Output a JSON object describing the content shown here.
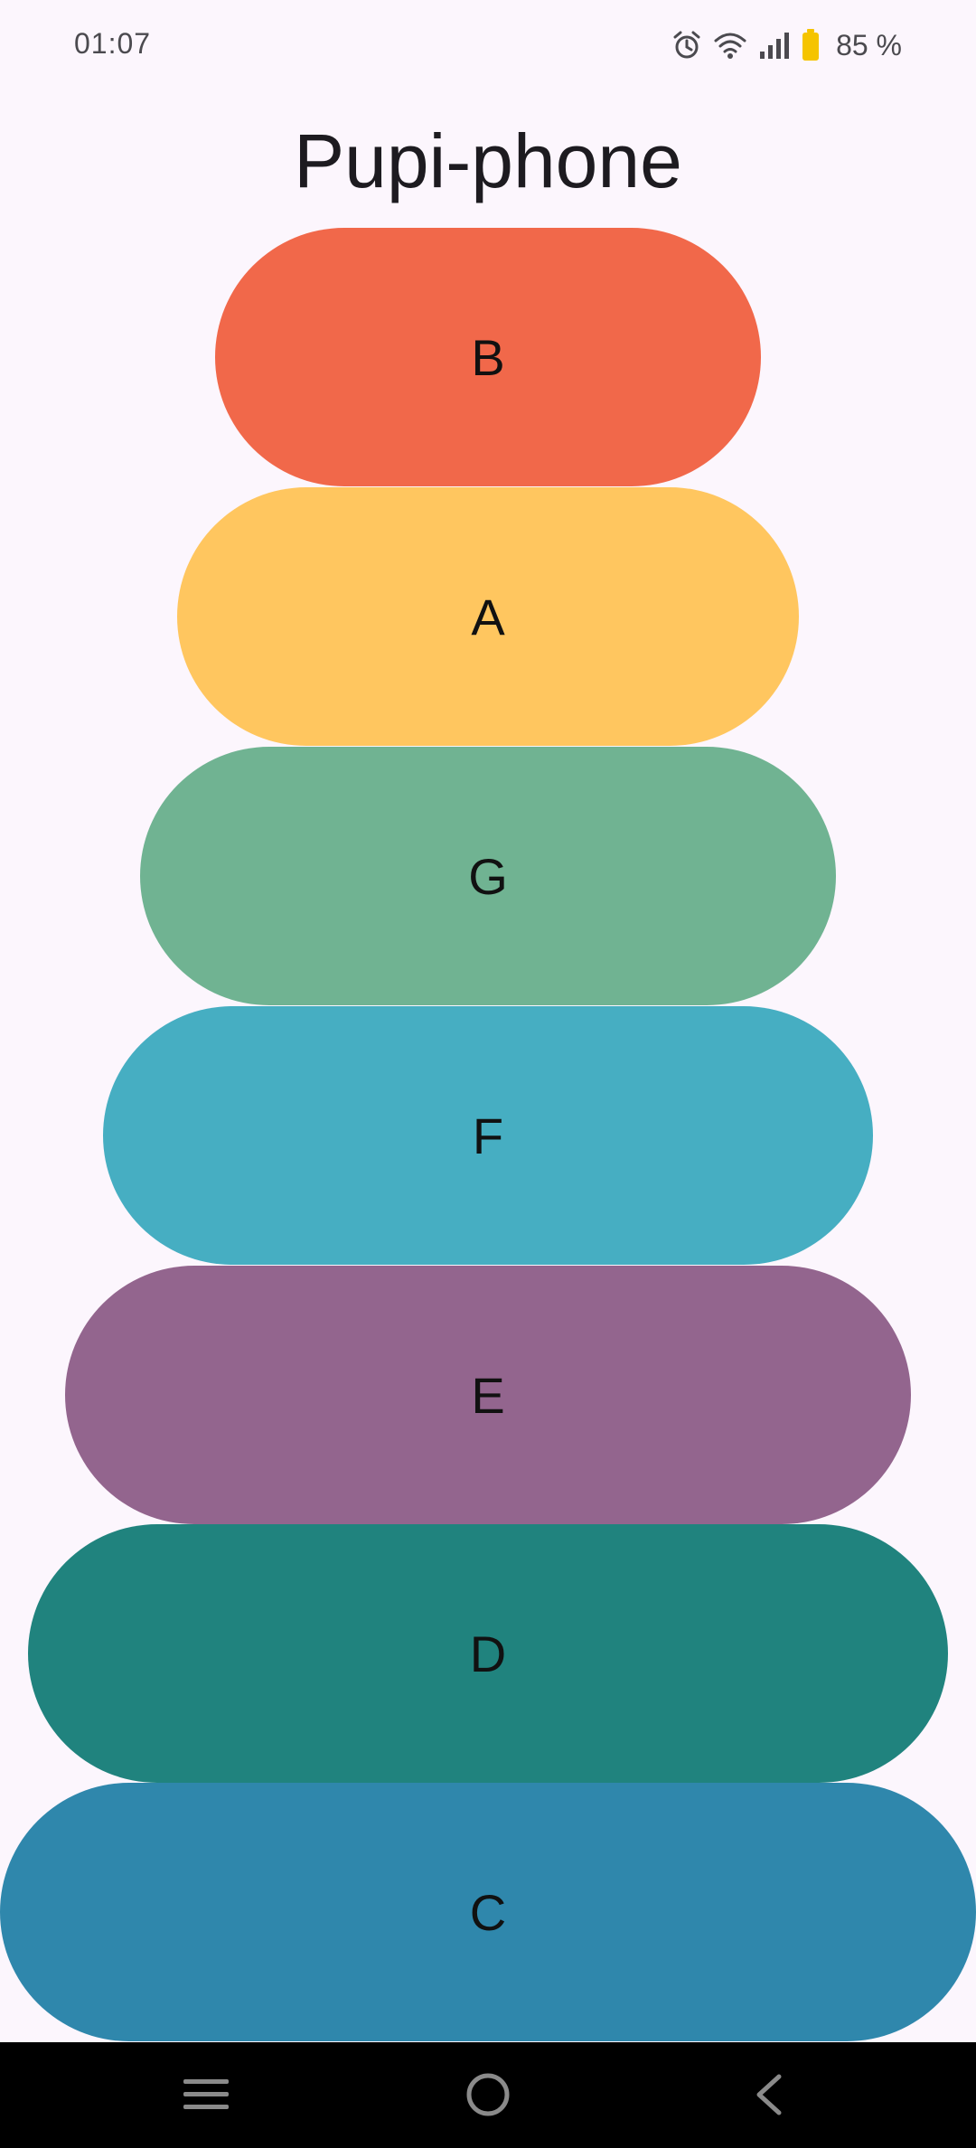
{
  "status_bar": {
    "time": "01:07",
    "battery_text": "85 %",
    "icons": [
      "alarm-icon",
      "wifi-icon",
      "signal-icon",
      "battery-icon"
    ],
    "battery_color": "#f5c400"
  },
  "app": {
    "title": "Pupi-phone"
  },
  "keys": [
    {
      "label": "B",
      "color": "#f1684a"
    },
    {
      "label": "A",
      "color": "#ffc65f"
    },
    {
      "label": "G",
      "color": "#70b392"
    },
    {
      "label": "F",
      "color": "#46aec2"
    },
    {
      "label": "E",
      "color": "#93658e"
    },
    {
      "label": "D",
      "color": "#20837e"
    },
    {
      "label": "C",
      "color": "#2f87ac"
    }
  ],
  "nav_bar": {
    "icons": [
      "recents-icon",
      "home-icon",
      "back-icon"
    ]
  }
}
